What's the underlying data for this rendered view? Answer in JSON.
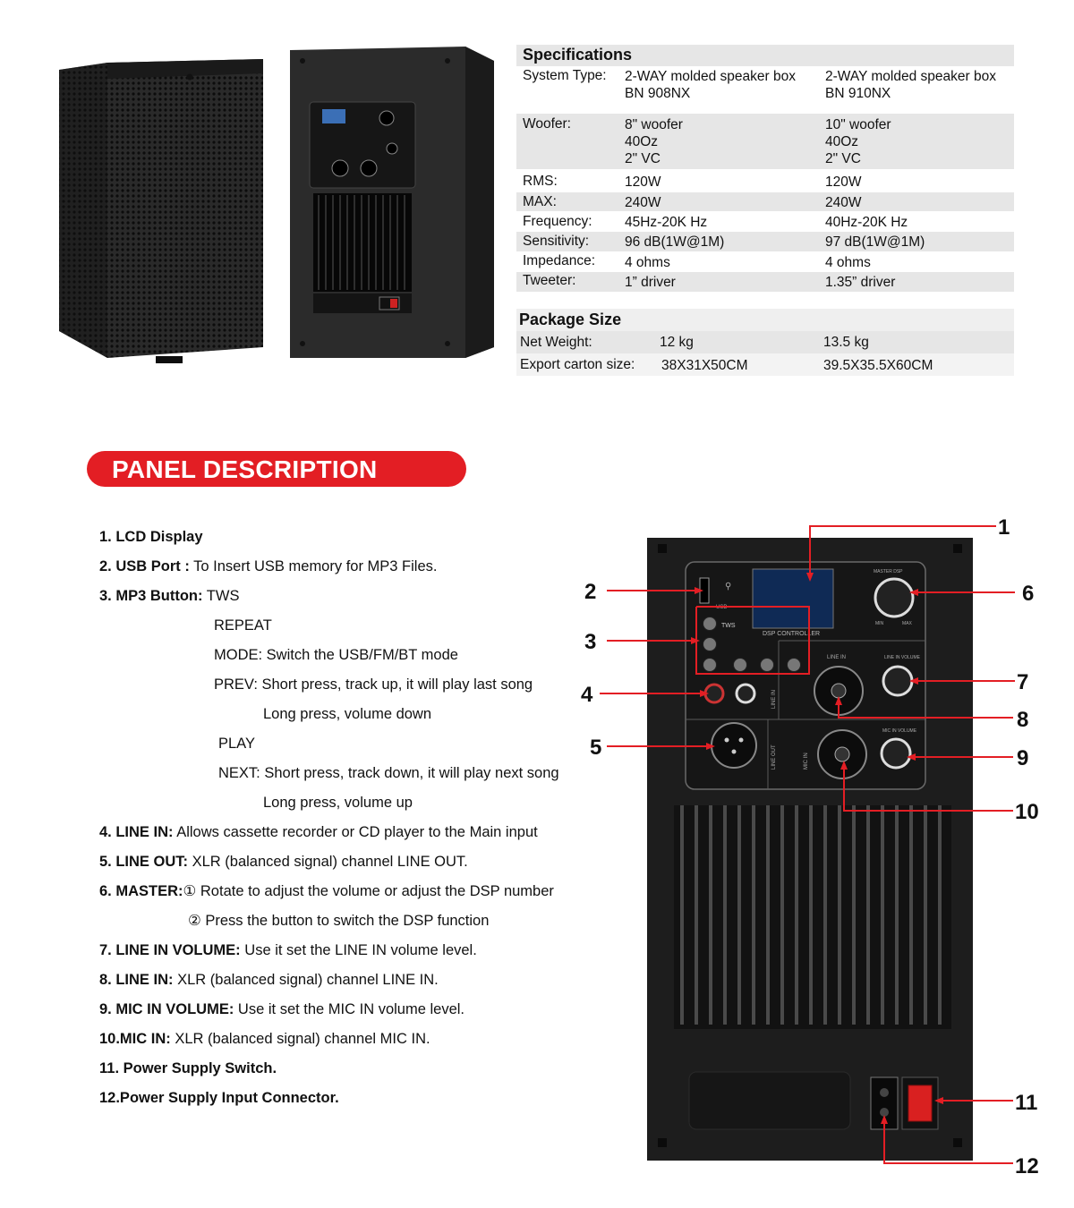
{
  "specs": {
    "heading": "Specifications",
    "rows": [
      {
        "label": "System Type:",
        "a": [
          "2-WAY molded speaker box",
          "BN 908NX"
        ],
        "b": [
          "2-WAY molded speaker box",
          "BN 910NX"
        ]
      },
      {
        "label": "Woofer:",
        "a": [
          "8\" woofer",
          "40Oz",
          "2\" VC"
        ],
        "b": [
          "10\" woofer",
          "40Oz",
          "2\" VC"
        ]
      },
      {
        "label": "RMS:",
        "a": [
          "120W"
        ],
        "b": [
          "120W"
        ]
      },
      {
        "label": "MAX:",
        "a": [
          "240W"
        ],
        "b": [
          "240W"
        ]
      },
      {
        "label": "Frequency:",
        "a": [
          "45Hz-20K Hz"
        ],
        "b": [
          "40Hz-20K Hz"
        ]
      },
      {
        "label": "Sensitivity:",
        "a": [
          "96 dB(1W@1M)"
        ],
        "b": [
          "97 dB(1W@1M)"
        ]
      },
      {
        "label": "Impedance:",
        "a": [
          "4 ohms"
        ],
        "b": [
          "4 ohms"
        ]
      },
      {
        "label": "Tweeter:",
        "a": [
          "1” driver"
        ],
        "b": [
          "1.35” driver"
        ]
      }
    ]
  },
  "package": {
    "heading": "Package Size",
    "rows": [
      {
        "label": "Net Weight:",
        "a": "12 kg",
        "b": "13.5 kg"
      },
      {
        "label": "Export carton size:",
        "a": "38X31X50CM",
        "b": "39.5X35.5X60CM"
      }
    ]
  },
  "panel": {
    "title": "PANEL DESCRIPTION",
    "items": [
      {
        "bold": "1. LCD Display",
        "text": ""
      },
      {
        "bold": "2. USB Port :",
        "text": " To Insert USB memory for MP3 Files."
      },
      {
        "bold": "3. MP3 Button:",
        "text": " TWS"
      },
      {
        "bold": "",
        "text": "REPEAT"
      },
      {
        "bold": "",
        "text": "MODE: Switch the USB/FM/BT mode"
      },
      {
        "bold": "",
        "text": "PREV:  Short press, track up, it will play last song"
      },
      {
        "bold": "",
        "text": "Long press, volume down"
      },
      {
        "bold": "",
        "text": "PLAY"
      },
      {
        "bold": "",
        "text": "NEXT: Short press, track down, it will play next song"
      },
      {
        "bold": "",
        "text": "Long press, volume up"
      },
      {
        "bold": "4. LINE IN:",
        "text": " Allows cassette recorder or CD player to the Main input"
      },
      {
        "bold": "5. LINE OUT:",
        "text": " XLR (balanced signal) channel LINE OUT."
      },
      {
        "bold": "6. MASTER:",
        "text": "① Rotate to adjust the volume or adjust the DSP number"
      },
      {
        "bold": "",
        "text": "② Press the button to switch the DSP function"
      },
      {
        "bold": "7. LINE IN VOLUME:",
        "text": " Use it set the LINE IN  volume level."
      },
      {
        "bold": "8. LINE IN:",
        "text": " XLR (balanced signal) channel LINE IN."
      },
      {
        "bold": "9. MIC IN VOLUME:",
        "text": " Use it set the MIC IN  volume level."
      },
      {
        "bold": "10.MIC IN:",
        "text": " XLR (balanced signal) channel MIC IN."
      },
      {
        "bold": "11. Power Supply Switch.",
        "text": ""
      },
      {
        "bold": "12.Power Supply Input Connector.",
        "text": ""
      }
    ]
  },
  "figure": {
    "callouts": [
      "1",
      "2",
      "3",
      "4",
      "5",
      "6",
      "7",
      "8",
      "9",
      "10",
      "11",
      "12"
    ],
    "panel_labels": {
      "usb": "USB",
      "tws": "TWS",
      "dsp": "DSP CONTROLLER",
      "line_in": "LINE IN",
      "line_in_volume": "LINE IN VOLUME",
      "mic_in_volume": "MIC IN VOLUME",
      "line_out": "LINE OUT",
      "mic_in": "MIC IN",
      "master": "MASTER DSP",
      "min": "MIN",
      "max": "MAX"
    },
    "accent": "#e31e24"
  }
}
